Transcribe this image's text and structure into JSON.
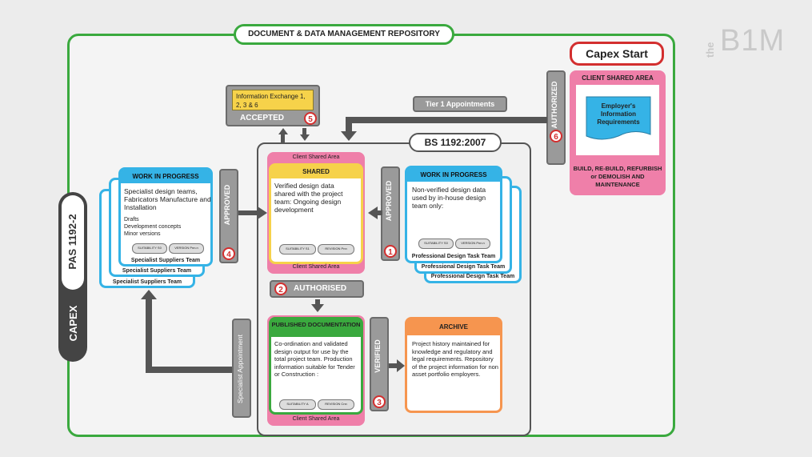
{
  "repository": {
    "title": "DOCUMENT & DATA MANAGEMENT REPOSITORY"
  },
  "logo": {
    "the": "the",
    "bim": "B1M"
  },
  "side": {
    "capex": "CAPEX",
    "pas": "PAS 1192-2"
  },
  "capex_start": {
    "label": "Capex Start"
  },
  "client_shared_area": {
    "title": "CLIENT SHARED AREA",
    "doc": "Employer's Information Requirements",
    "footer": "BUILD, RE-BUILD, REFURBISH or DEMOLISH AND MAINTENANCE"
  },
  "authorized": {
    "label": "AUTHORIZED",
    "number": "6"
  },
  "tier1": {
    "label": "Tier 1 Appointments"
  },
  "info_exchange": {
    "label": "Information Exchange 1, 2, 3 & 6",
    "status": "ACCEPTED",
    "number": "5"
  },
  "bs": {
    "title": "BS 1192:2007"
  },
  "shared": {
    "top": "Client Shared Area",
    "title": "SHARED",
    "text": "Verified design data shared with the project team: Ongoing design development",
    "tag1": "SUITABILITY S1",
    "tag2": "REVISION Pnn",
    "bottom": "Client Shared Area"
  },
  "wip_right": {
    "title": "WORK IN PROGRESS",
    "text": "Non-verified design data used by in-house design team only:",
    "tag1": "SUITABILITY S0",
    "tag2": "VERSION Pnn.n",
    "teams": [
      "Professional Design Task Team",
      "Professional Design Task Team",
      "Professional Design Task Team"
    ]
  },
  "approved_right": {
    "label": "APPROVED",
    "number": "1"
  },
  "wip_left": {
    "title": "WORK IN PROGRESS",
    "text": "Specialist design teams, Fabricators Manufacture and Installation",
    "list": [
      "Drafts",
      "Development concepts",
      "Minor versions"
    ],
    "tag1": "SUITABILITY S0",
    "tag2": "VERSION Pnn.n",
    "teams": [
      "Specialist Suppliers Team",
      "Specialist Suppliers Team",
      "Specialist Suppliers Team"
    ]
  },
  "approved_left": {
    "label": "APPROVED",
    "number": "4"
  },
  "authorised": {
    "label": "AUTHORISED",
    "number": "2"
  },
  "published": {
    "title": "PUBLISHED DOCUMENTATION",
    "text": "Co-ordination and validated design output for use by the total project team. Production information suitable for Tender or Construction :",
    "tag1": "SUITABILITY A",
    "tag2": "REVISION Cnn",
    "bottom": "Client Shared Area"
  },
  "verified": {
    "label": "VERIFIED",
    "number": "3"
  },
  "archive": {
    "title": "ARCHIVE",
    "text": "Project history maintained for knowledge and regulatory and legal requirements. Repository of the project information for non asset portfolio employers."
  },
  "specialist_appointment": {
    "label": "Specialist Appointment"
  },
  "colors": {
    "green": "#3aa93e",
    "blue": "#35b3e6",
    "pink": "#ef7fa9",
    "yellow": "#f6d24a",
    "orange": "#f6954f",
    "red": "#d32f2f"
  }
}
